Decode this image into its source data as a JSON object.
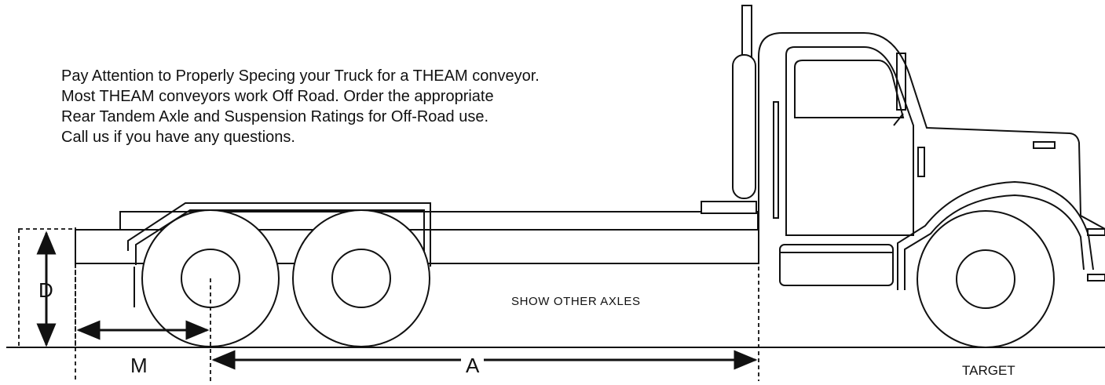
{
  "note": {
    "lines": [
      "Pay Attention to Properly Specing your Truck for a THEAM conveyor.",
      "Most THEAM conveyors work Off Road.  Order the appropriate",
      "Rear Tandem Axle and Suspension Ratings for Off-Road use.",
      "Call us if you have any questions."
    ]
  },
  "dimensions": {
    "d_label": "D",
    "m_label": "M",
    "a_label": "A"
  },
  "buttons": {
    "show_other_axles": "SHOW OTHER AXLES"
  },
  "target_label": "TARGET"
}
